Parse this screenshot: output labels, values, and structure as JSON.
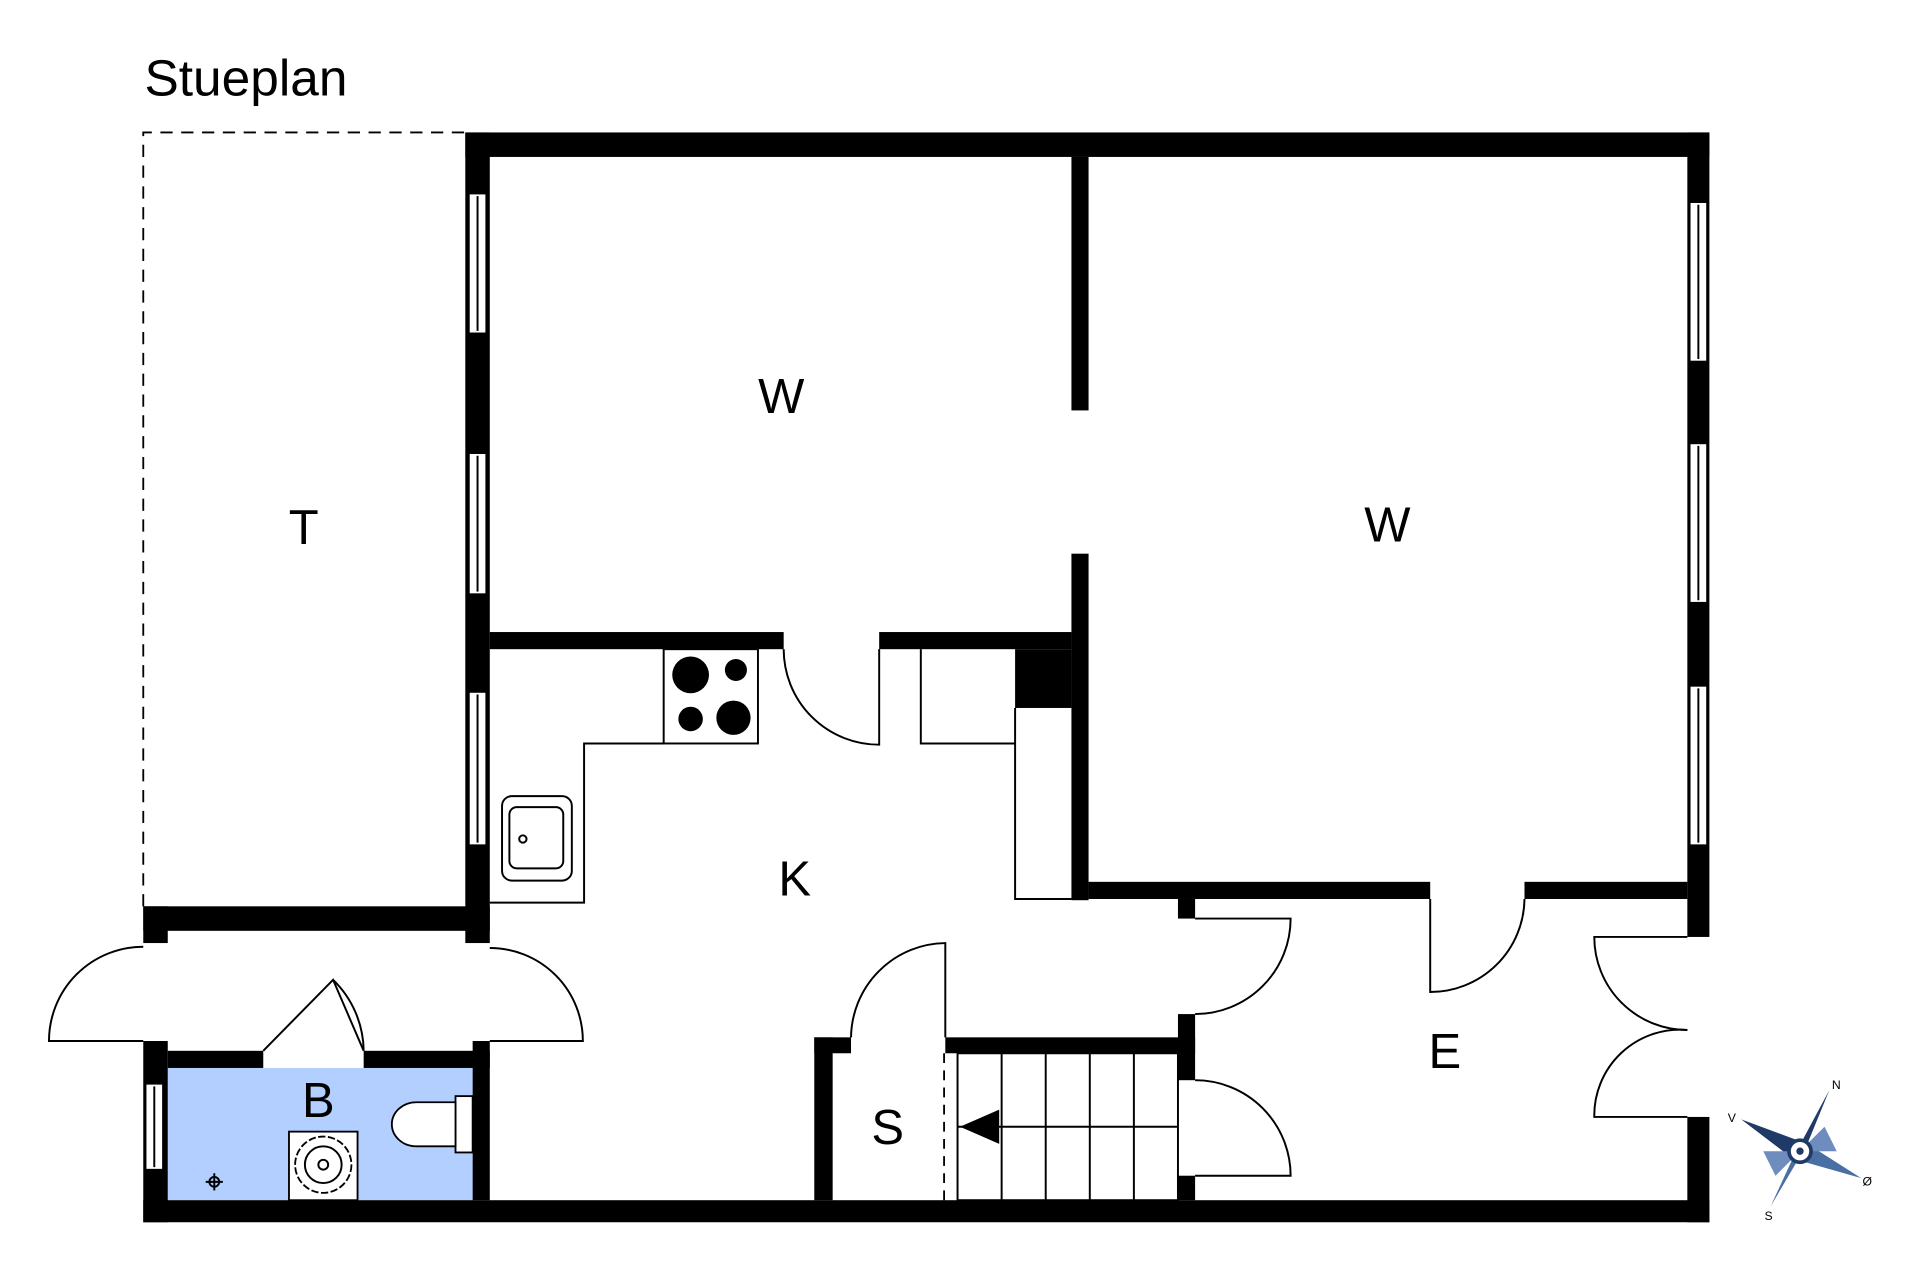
{
  "title": "Stueplan",
  "rooms": {
    "terrace": "T",
    "living_room_1": "W",
    "living_room_2": "W",
    "kitchen": "K",
    "bathroom": "B",
    "storage": "S",
    "entrance": "E"
  },
  "compass": {
    "north": "N",
    "west": "V",
    "east": "Ø",
    "south": "S"
  },
  "colors": {
    "bathroom_fill": "#b3cfff",
    "compass": "#1f3a66"
  }
}
